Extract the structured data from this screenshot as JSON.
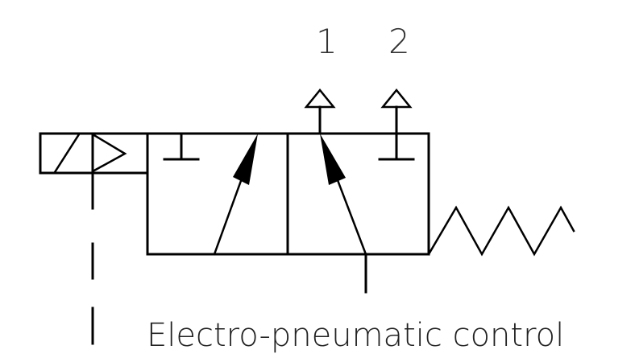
{
  "diagram": {
    "type": "pneumatic 3/2 solenoid valve symbol",
    "caption": "Electro-pneumatic control",
    "ports": [
      {
        "id": "port-1",
        "label": "1"
      },
      {
        "id": "port-2",
        "label": "2"
      }
    ],
    "components": {
      "actuator": "solenoid",
      "return": "spring",
      "positions": 2
    },
    "colors": {
      "stroke": "#000000",
      "text": "#222222",
      "background": "#ffffff"
    }
  }
}
